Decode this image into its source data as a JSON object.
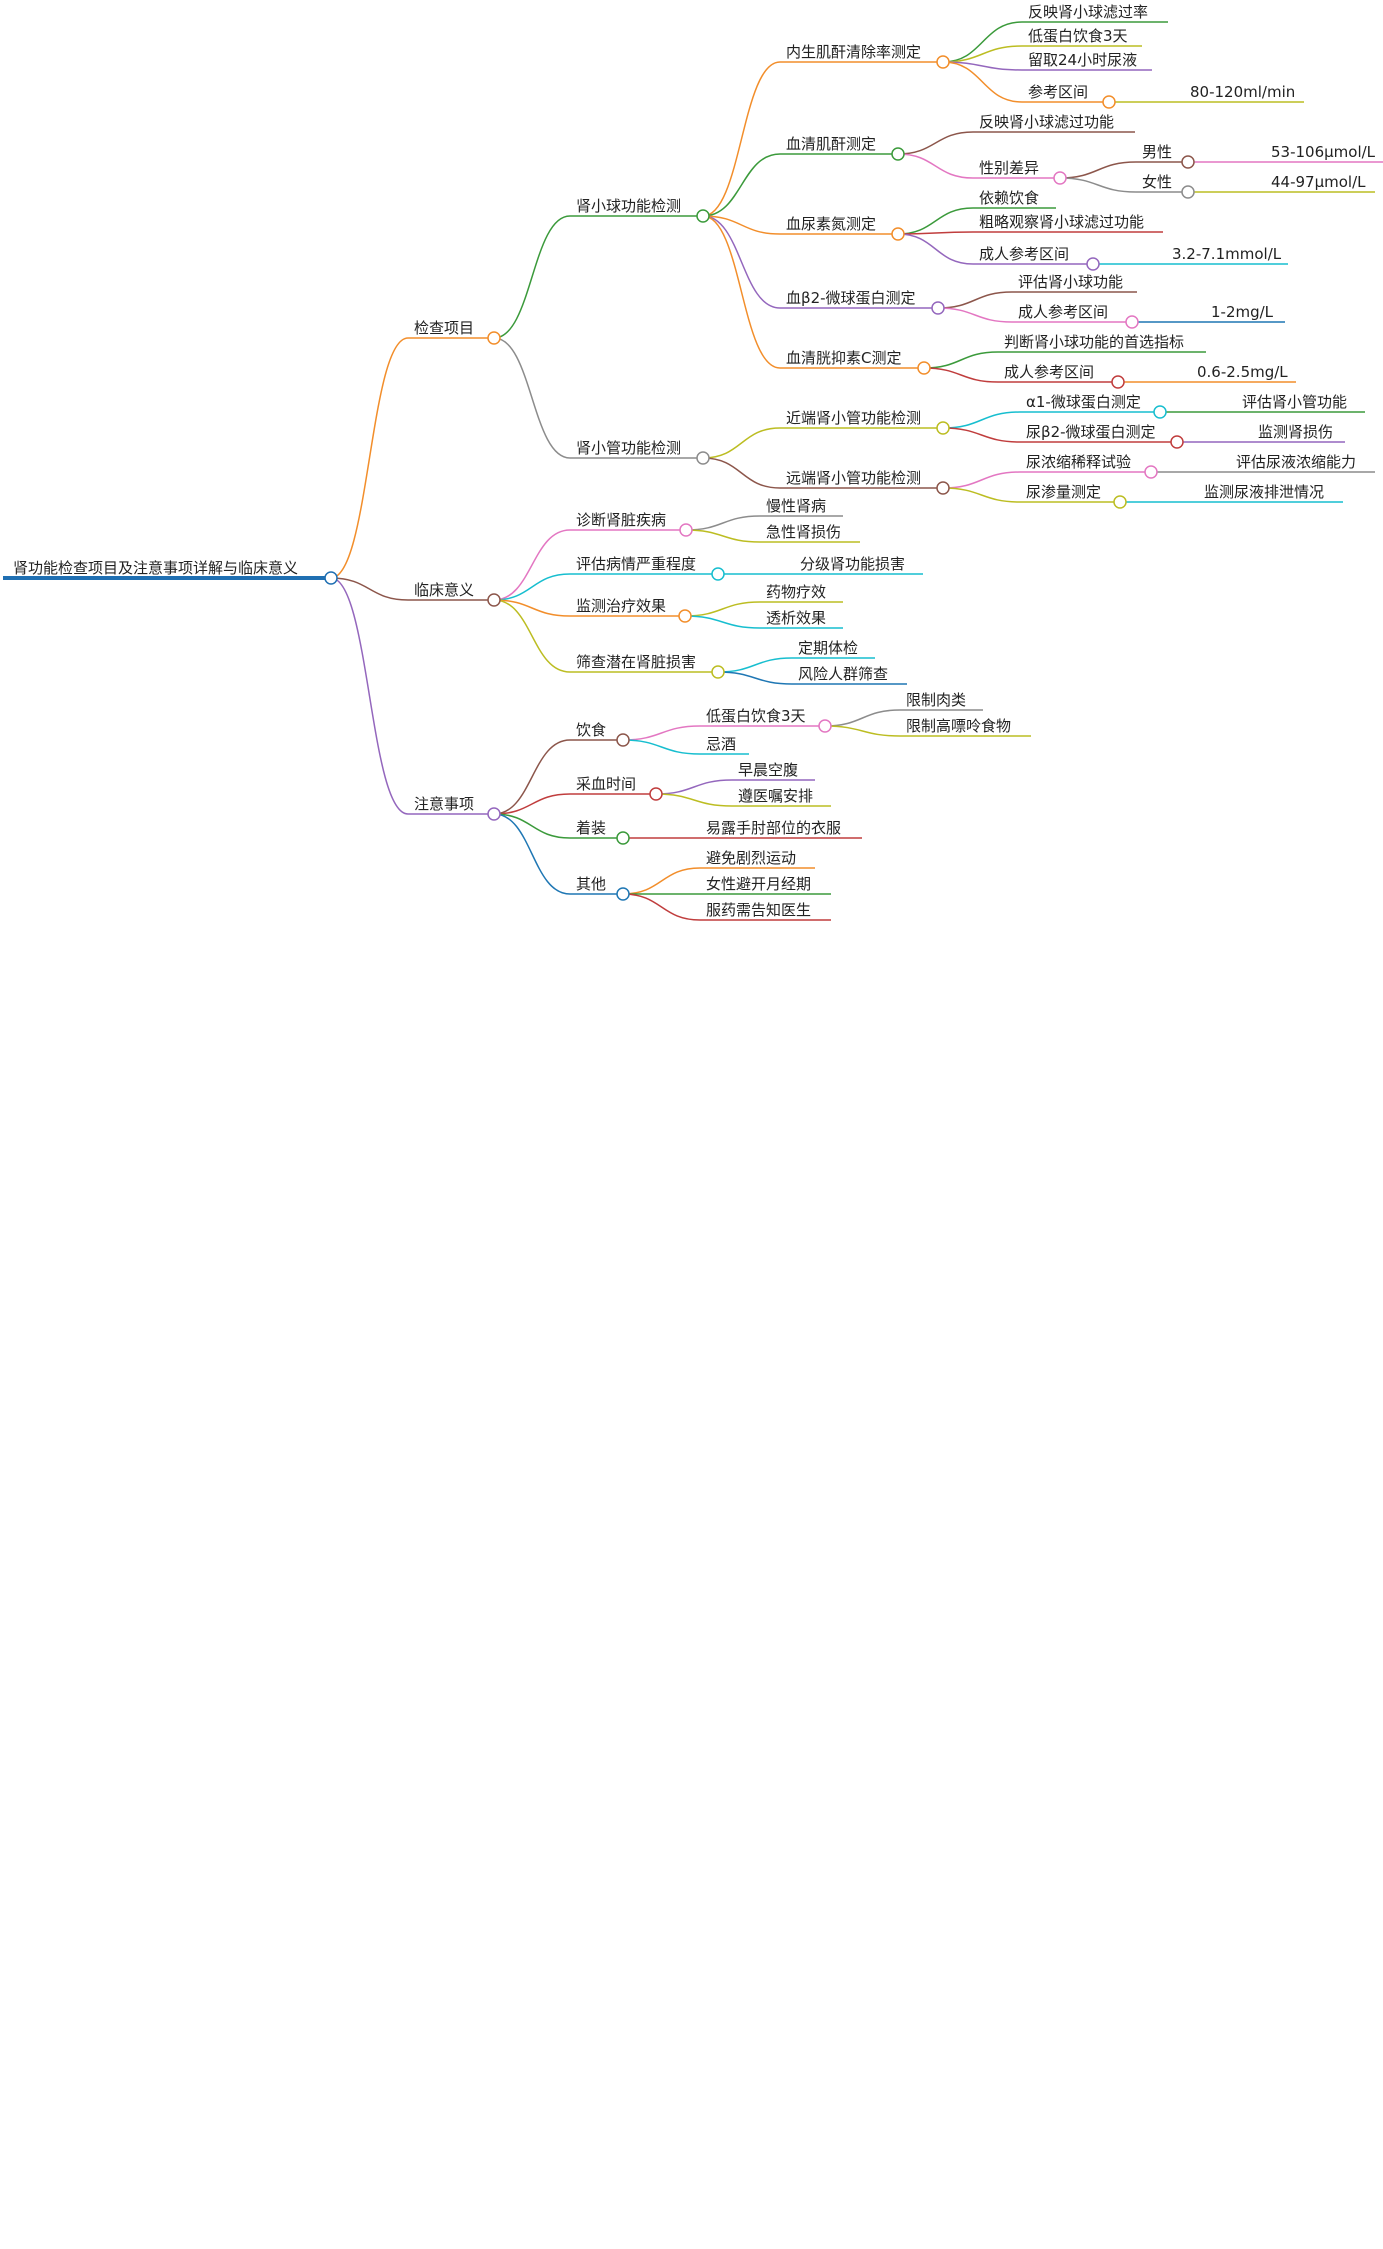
{
  "title": "肾功能检查项目及注意事项详解与临床意义",
  "colors": {
    "root": "#1f6fb2",
    "orange": "#f28e2b",
    "green": "#3b9a3b",
    "gray": "#8c8c8c",
    "brown": "#8c564b",
    "purple": "#9467bd",
    "pink": "#e377c2",
    "olive": "#bcbd22",
    "cyan": "#17becf",
    "red": "#c03d3d",
    "blue": "#1f77b4"
  },
  "nodes": {
    "root": "肾功能检查项目及注意事项详解与临床意义",
    "exam": "检查项目",
    "glomerular": "肾小球功能检测",
    "ccr": "内生肌酐清除率测定",
    "ccr_reflect": "反映肾小球滤过率",
    "ccr_diet": "低蛋白饮食3天",
    "ccr_urine": "留取24小时尿液",
    "ccr_ref": "参考区间",
    "ccr_ref_val": "80-120ml/min",
    "scr": "血清肌酐测定",
    "scr_reflect": "反映肾小球滤过功能",
    "scr_sex": "性别差异",
    "scr_male": "男性",
    "scr_male_val": "53-106μmol/L",
    "scr_female": "女性",
    "scr_female_val": "44-97μmol/L",
    "bun": "血尿素氮测定",
    "bun_diet": "依赖饮食",
    "bun_rough": "粗略观察肾小球滤过功能",
    "bun_ref": "成人参考区间",
    "bun_ref_val": "3.2-7.1mmol/L",
    "b2m": "血β2-微球蛋白测定",
    "b2m_eval": "评估肾小球功能",
    "b2m_ref": "成人参考区间",
    "b2m_ref_val": "1-2mg/L",
    "cysc": "血清胱抑素C测定",
    "cysc_first": "判断肾小球功能的首选指标",
    "cysc_ref": "成人参考区间",
    "cysc_ref_val": "0.6-2.5mg/L",
    "tubular": "肾小管功能检测",
    "proximal": "近端肾小管功能检测",
    "a1m": "α1-微球蛋白测定",
    "a1m_val": "评估肾小管功能",
    "ub2m": "尿β2-微球蛋白测定",
    "ub2m_val": "监测肾损伤",
    "distal": "远端肾小管功能检测",
    "concentration": "尿浓缩稀释试验",
    "concentration_val": "评估尿液浓缩能力",
    "osmolality": "尿渗量测定",
    "osmolality_val": "监测尿液排泄情况",
    "clinical": "临床意义",
    "diagnose": "诊断肾脏疾病",
    "ckd": "慢性肾病",
    "aki": "急性肾损伤",
    "severity": "评估病情严重程度",
    "grading": "分级肾功能损害",
    "monitor": "监测治疗效果",
    "drug": "药物疗效",
    "dialysis": "透析效果",
    "screen": "筛查潜在肾脏损害",
    "checkup": "定期体检",
    "risk": "风险人群筛查",
    "notes": "注意事项",
    "diet": "饮食",
    "lowprotein": "低蛋白饮食3天",
    "limit_meat": "限制肉类",
    "limit_purine": "限制高嘌呤食物",
    "no_alcohol": "忌酒",
    "blood_time": "采血时间",
    "fasting": "早晨空腹",
    "follow": "遵医嘱安排",
    "clothing": "着装",
    "sleeve": "易露手肘部位的衣服",
    "others": "其他",
    "exercise": "避免剧烈运动",
    "menstrual": "女性避开月经期",
    "medication": "服药需告知医生"
  }
}
